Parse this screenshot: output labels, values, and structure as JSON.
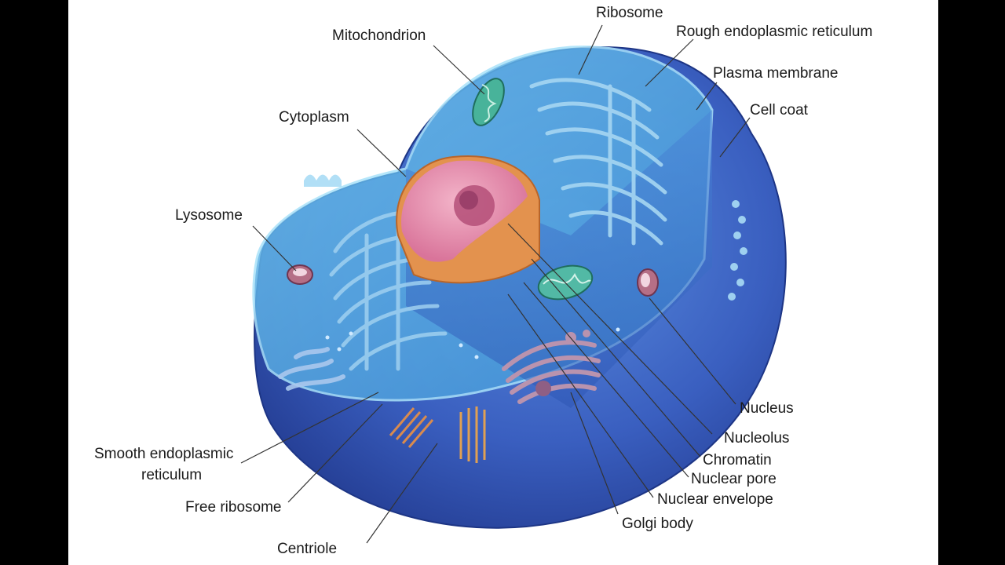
{
  "labels": {
    "ribosome": "Ribosome",
    "mitochondrion": "Mitochondrion",
    "rough_er": "Rough endoplasmic reticulum",
    "plasma_membrane": "Plasma membrane",
    "cell_coat": "Cell coat",
    "cytoplasm": "Cytoplasm",
    "lysosome": "Lysosome",
    "nucleus": "Nucleus",
    "nucleolus": "Nucleolus",
    "chromatin": "Chromatin",
    "nuclear_pore": "Nuclear pore",
    "nuclear_envelope": "Nuclear envelope",
    "golgi_body": "Golgi body",
    "smooth_er_line1": "Smooth endoplasmic",
    "smooth_er_line2": "reticulum",
    "free_ribosome": "Free ribosome",
    "centriole": "Centriole"
  },
  "colors": {
    "cell_outer": "#2f4fa8",
    "cell_top": "#4aa3dc",
    "cytoplasm_light": "#7cc6ec",
    "nucleus_pink": "#e48aa9",
    "nucleus_rim": "#e3924e",
    "golgi": "#a9849d",
    "centriole": "#d9935a",
    "leader": "#333333"
  }
}
